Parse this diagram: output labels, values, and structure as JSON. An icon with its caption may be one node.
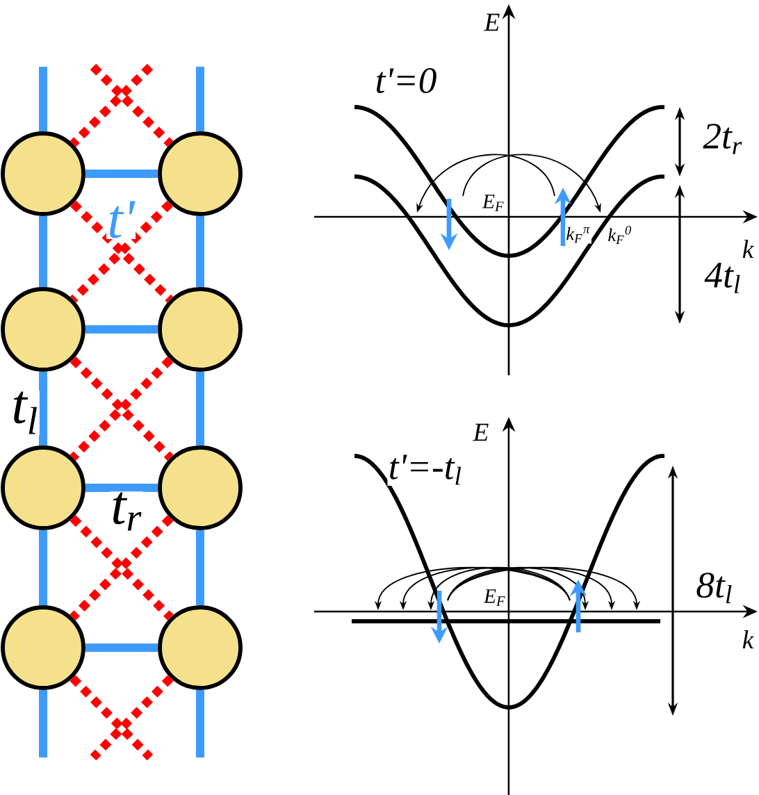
{
  "diagram": {
    "nodes": [
      {
        "text": [],
        "shape": "circle"
      },
      {
        "text": [],
        "shape": "circle"
      },
      {
        "text": [],
        "shape": "circle"
      },
      {
        "text": [],
        "shape": "circle"
      },
      {
        "text": [],
        "shape": "circle"
      },
      {
        "text": [],
        "shape": "circle"
      },
      {
        "text": [],
        "shape": "circle"
      },
      {
        "text": [],
        "shape": "circle"
      }
    ],
    "edges": [
      {
        "from": 0,
        "to": 1,
        "arrow": "none"
      },
      {
        "from": 2,
        "to": 3,
        "arrow": "none"
      },
      {
        "from": 4,
        "to": 5,
        "arrow": "none"
      },
      {
        "from": 6,
        "to": 7,
        "arrow": "none"
      },
      {
        "from": null,
        "to": 0,
        "arrow": "none"
      },
      {
        "from": 0,
        "to": 2,
        "arrow": "none"
      },
      {
        "from": 2,
        "to": 4,
        "arrow": "none"
      },
      {
        "from": 4,
        "to": 6,
        "arrow": "none"
      },
      {
        "from": 6,
        "to": null,
        "arrow": "none"
      },
      {
        "from": null,
        "to": 1,
        "arrow": "none"
      },
      {
        "from": 1,
        "to": 3,
        "arrow": "none"
      },
      {
        "from": 3,
        "to": 5,
        "arrow": "none"
      },
      {
        "from": 5,
        "to": 7,
        "arrow": "none"
      },
      {
        "from": 7,
        "to": null,
        "arrow": "none"
      },
      {
        "from": null,
        "to": 0,
        "arrow": "none",
        "style": "dashed",
        "color": "#ff0000"
      },
      {
        "from": null,
        "to": 1,
        "arrow": "none",
        "style": "dashed",
        "color": "#ff0000"
      },
      {
        "from": 0,
        "to": 3,
        "arrow": "none",
        "style": "dashed",
        "color": "#ff0000"
      },
      {
        "from": 1,
        "to": 2,
        "arrow": "none",
        "style": "dashed",
        "color": "#ff0000"
      },
      {
        "from": 2,
        "to": 5,
        "arrow": "none",
        "style": "dashed",
        "color": "#ff0000"
      },
      {
        "from": 3,
        "to": 4,
        "arrow": "none",
        "style": "dashed",
        "color": "#ff0000"
      },
      {
        "from": 4,
        "to": 7,
        "arrow": "none",
        "style": "dashed",
        "color": "#ff0000"
      },
      {
        "from": 5,
        "to": 6,
        "arrow": "none",
        "style": "dashed",
        "color": "#ff0000"
      },
      {
        "from": 6,
        "to": null,
        "arrow": "none",
        "style": "dashed",
        "color": "#ff0000"
      },
      {
        "from": 7,
        "to": null,
        "arrow": "none",
        "style": "dashed",
        "color": "#ff0000"
      }
    ],
    "labels": [
      "t'",
      "t$_{l}$",
      "t$_{r}$",
      "E",
      "t'=0",
      "2t$_{r}$",
      "E$_{F}$",
      "k$_{F}$$^{π}$",
      "k$_{F}$$^{0}$",
      "k",
      "4t$_{l}$",
      "E",
      "t'=-t$_{l}$",
      "8t$_{l}$",
      "E$_{F}$",
      "k"
    ]
  }
}
